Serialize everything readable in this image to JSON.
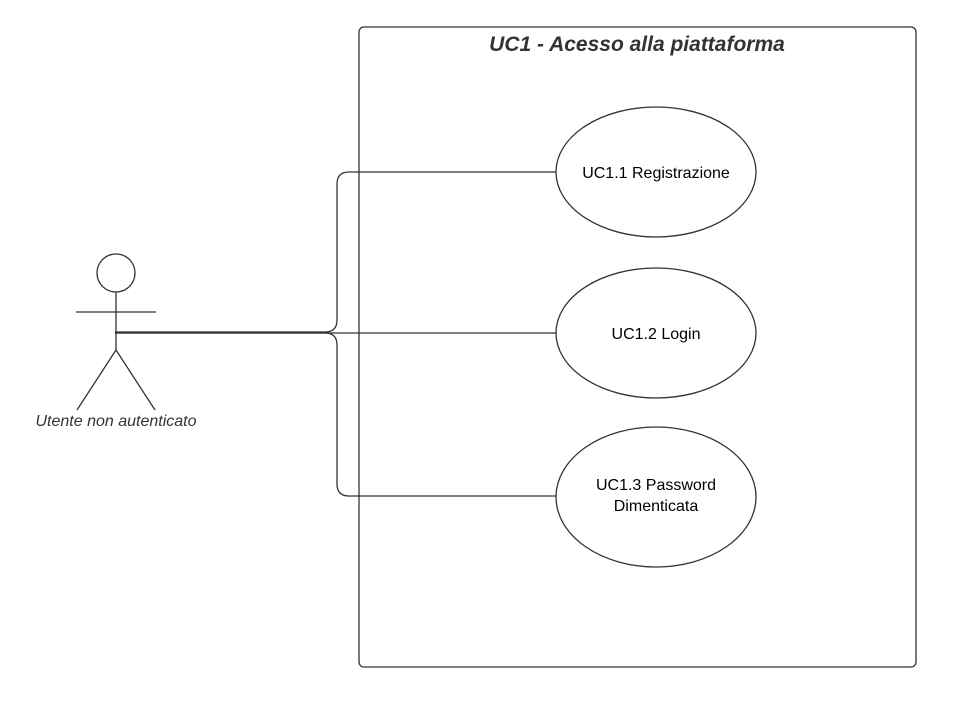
{
  "system": {
    "title": "UC1 -  Acesso alla piattaforma"
  },
  "actor": {
    "label": "Utente non autenticato"
  },
  "use_cases": [
    {
      "id": "uc1-1",
      "lines": [
        "UC1.1 Registrazione"
      ]
    },
    {
      "id": "uc1-2",
      "lines": [
        "UC1.2 Login"
      ]
    },
    {
      "id": "uc1-3",
      "lines": [
        "UC1.3 Password",
        "Dimenticata"
      ]
    }
  ],
  "colors": {
    "stroke": "#333333",
    "fill": "#ffffff",
    "text": "#000000"
  }
}
